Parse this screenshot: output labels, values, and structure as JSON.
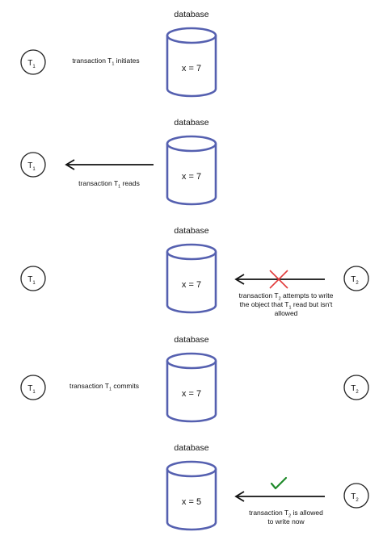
{
  "colors": {
    "cylinder_stroke": "#5560b0",
    "cylinder_fill": "#ffffff",
    "arrow": "#111111",
    "cross": "#e23a3a",
    "check": "#1f8a2a",
    "node_stroke": "#222222"
  },
  "steps": [
    {
      "db_label": "database",
      "db_value": "x = 7",
      "left_node": {
        "letter": "T",
        "sub": "1"
      },
      "right_node": null,
      "caption_lines": [
        [
          {
            "t": "transaction T"
          },
          {
            "t": "1",
            "sub": true
          },
          {
            "t": " initiates"
          }
        ]
      ],
      "arrow": "none",
      "mark": "none"
    },
    {
      "db_label": "database",
      "db_value": "x = 7",
      "left_node": {
        "letter": "T",
        "sub": "1"
      },
      "right_node": null,
      "caption_lines": [
        [
          {
            "t": "transaction T"
          },
          {
            "t": "1",
            "sub": true
          },
          {
            "t": " reads"
          }
        ]
      ],
      "arrow": "left",
      "mark": "none"
    },
    {
      "db_label": "database",
      "db_value": "x = 7",
      "left_node": {
        "letter": "T",
        "sub": "1"
      },
      "right_node": {
        "letter": "T",
        "sub": "2"
      },
      "caption_lines": [
        [
          {
            "t": "transaction T"
          },
          {
            "t": "2",
            "sub": true
          },
          {
            "t": " attempts to write"
          }
        ],
        [
          {
            "t": "the object that T"
          },
          {
            "t": "1",
            "sub": true
          },
          {
            "t": " read but isn't"
          }
        ],
        [
          {
            "t": "allowed"
          }
        ]
      ],
      "arrow": "right",
      "mark": "cross"
    },
    {
      "db_label": "database",
      "db_value": "x = 7",
      "left_node": {
        "letter": "T",
        "sub": "1"
      },
      "right_node": {
        "letter": "T",
        "sub": "2"
      },
      "caption_lines": [
        [
          {
            "t": "transaction T"
          },
          {
            "t": "1",
            "sub": true
          },
          {
            "t": " commits"
          }
        ]
      ],
      "arrow": "none",
      "mark": "none"
    },
    {
      "db_label": "database",
      "db_value": "x = 5",
      "left_node": null,
      "right_node": {
        "letter": "T",
        "sub": "2"
      },
      "caption_lines": [
        [
          {
            "t": "transaction T"
          },
          {
            "t": "2",
            "sub": true
          },
          {
            "t": " is allowed"
          }
        ],
        [
          {
            "t": "to write now"
          }
        ]
      ],
      "arrow": "right",
      "mark": "check"
    }
  ]
}
